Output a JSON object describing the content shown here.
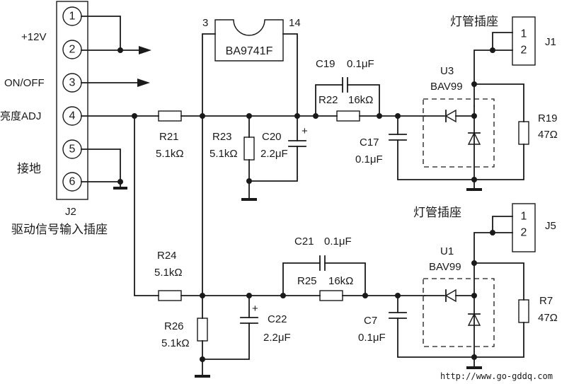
{
  "connector_j2": {
    "ref": "J2",
    "caption": "驱动信号输入插座",
    "pins": [
      "1",
      "2",
      "3",
      "4",
      "5",
      "6"
    ],
    "signal_labels": {
      "plus12v": "+12V",
      "onoff": "ON/OFF",
      "brightness": "亮度ADJ",
      "ground": "接地"
    }
  },
  "ic": {
    "name": "BA9741F",
    "pin_left": "3",
    "pin_right": "14"
  },
  "channel_top": {
    "lamp_socket_label": "灯管插座",
    "connector": "J1",
    "connector_pins": [
      "1",
      "2"
    ],
    "diode": {
      "ref": "U3",
      "value": "BAV99"
    },
    "resistors": [
      {
        "ref": "R21",
        "value": "5.1kΩ"
      },
      {
        "ref": "R23",
        "value": "5.1kΩ"
      },
      {
        "ref": "R22",
        "value": "16kΩ"
      },
      {
        "ref": "R19",
        "value": "47Ω"
      }
    ],
    "capacitors": [
      {
        "ref": "C19",
        "value": "0.1μF"
      },
      {
        "ref": "C20",
        "value": "2.2μF"
      },
      {
        "ref": "C17",
        "value": "0.1μF"
      }
    ]
  },
  "channel_bottom": {
    "lamp_socket_label": "灯管插座",
    "connector": "J5",
    "connector_pins": [
      "1",
      "2"
    ],
    "diode": {
      "ref": "U1",
      "value": "BAV99"
    },
    "resistors": [
      {
        "ref": "R24",
        "value": "5.1kΩ"
      },
      {
        "ref": "R26",
        "value": "5.1kΩ"
      },
      {
        "ref": "R25",
        "value": "16kΩ"
      },
      {
        "ref": "R7",
        "value": "47Ω"
      }
    ],
    "capacitors": [
      {
        "ref": "C21",
        "value": "0.1μF"
      },
      {
        "ref": "C22",
        "value": "2.2μF"
      },
      {
        "ref": "C7",
        "value": "0.1μF"
      }
    ]
  },
  "cap_polarity_mark": "+",
  "watermark": "http://www.go-gddq.com"
}
